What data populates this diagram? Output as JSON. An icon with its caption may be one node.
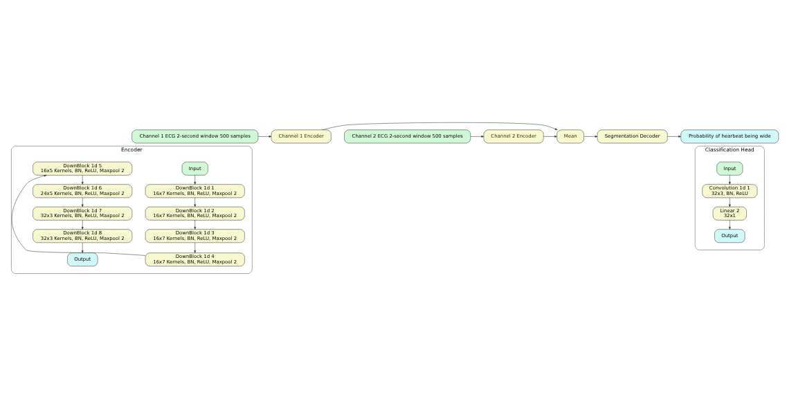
{
  "diagram": {
    "nodes": [
      {
        "text": [
          "Channel 1 ECG 2-second window 500 samples"
        ]
      },
      {
        "text": [
          "Channel 1 Encoder"
        ]
      },
      {
        "text": [
          "Channel 2 ECG 2-second window 500 samples"
        ]
      },
      {
        "text": [
          "Channel 2 Encoder"
        ]
      },
      {
        "text": [
          "Mean"
        ]
      },
      {
        "text": [
          "Segmentation Decoder"
        ]
      },
      {
        "text": [
          "Probability of hearbeat being wide"
        ]
      },
      {
        "text": [
          "Encoder"
        ]
      },
      {
        "text": [
          "Input"
        ],
        "in": 7
      },
      {
        "text": [
          "DownBlock 1d 1",
          "16x7 Kernels, BN, ReLU, Maxpool 2"
        ],
        "in": 7
      },
      {
        "text": [
          "DownBlock 1d 2",
          "16x7 Kernels, BN, ReLU, Maxpool 2"
        ],
        "in": 7
      },
      {
        "text": [
          "DownBlock 1d 3",
          "16x7 Kernels, BN, ReLU, Maxpool 2"
        ],
        "in": 7
      },
      {
        "text": [
          "DownBlock 1d 4",
          "16x7 Kernels, BN, ReLU, Maxpool 2"
        ],
        "in": 7
      },
      {
        "text": [
          "DownBlock 1d 5",
          "16x5 Kernels, BN, ReLU, Maxpool 2"
        ],
        "in": 7
      },
      {
        "text": [
          "DownBlock 1d 6",
          "24x5 Kernels, BN, ReLU, Maxpool 2"
        ],
        "in": 7
      },
      {
        "text": [
          "DownBlock 1d 7",
          "32x3 Kernels, BN, ReLU, Maxpool 2"
        ],
        "in": 7
      },
      {
        "text": [
          "DownBlock 1d 8",
          "32x3 Kernels, BN, ReLU, Maxpool 2"
        ],
        "in": 7
      },
      {
        "text": [
          "Output"
        ],
        "in": 7
      },
      {
        "text": [
          "Classification Head"
        ]
      },
      {
        "text": [
          "Input"
        ],
        "in": 18
      },
      {
        "text": [
          "Convolution 1d 1",
          "32x3, BN, ReLU"
        ],
        "in": 18
      },
      {
        "text": [
          "Linear 2",
          "32x1"
        ],
        "in": 18
      },
      {
        "text": [
          "Output"
        ],
        "in": 18
      }
    ],
    "edges": [
      {
        "from": 0,
        "to": 1,
        "arrow": "to"
      },
      {
        "from": 2,
        "to": 3,
        "arrow": "to"
      },
      {
        "from": 1,
        "to": 4,
        "arrow": "to"
      },
      {
        "from": 3,
        "to": 4,
        "arrow": "to"
      },
      {
        "from": 4,
        "to": 5,
        "arrow": "to"
      },
      {
        "from": 5,
        "to": 6,
        "arrow": "to"
      },
      {
        "from": 8,
        "to": 9,
        "arrow": "to"
      },
      {
        "from": 9,
        "to": 10,
        "arrow": "to"
      },
      {
        "from": 10,
        "to": 11,
        "arrow": "to"
      },
      {
        "from": 11,
        "to": 12,
        "arrow": "to"
      },
      {
        "from": 12,
        "to": 13,
        "arrow": "to"
      },
      {
        "from": 13,
        "to": 14,
        "arrow": "to"
      },
      {
        "from": 14,
        "to": 15,
        "arrow": "to"
      },
      {
        "from": 15,
        "to": 16,
        "arrow": "to"
      },
      {
        "from": 16,
        "to": 17,
        "arrow": "to"
      },
      {
        "from": 19,
        "to": 20,
        "arrow": "to"
      },
      {
        "from": 20,
        "to": 21,
        "arrow": "to"
      },
      {
        "from": 21,
        "to": 22,
        "arrow": "to"
      }
    ]
  }
}
